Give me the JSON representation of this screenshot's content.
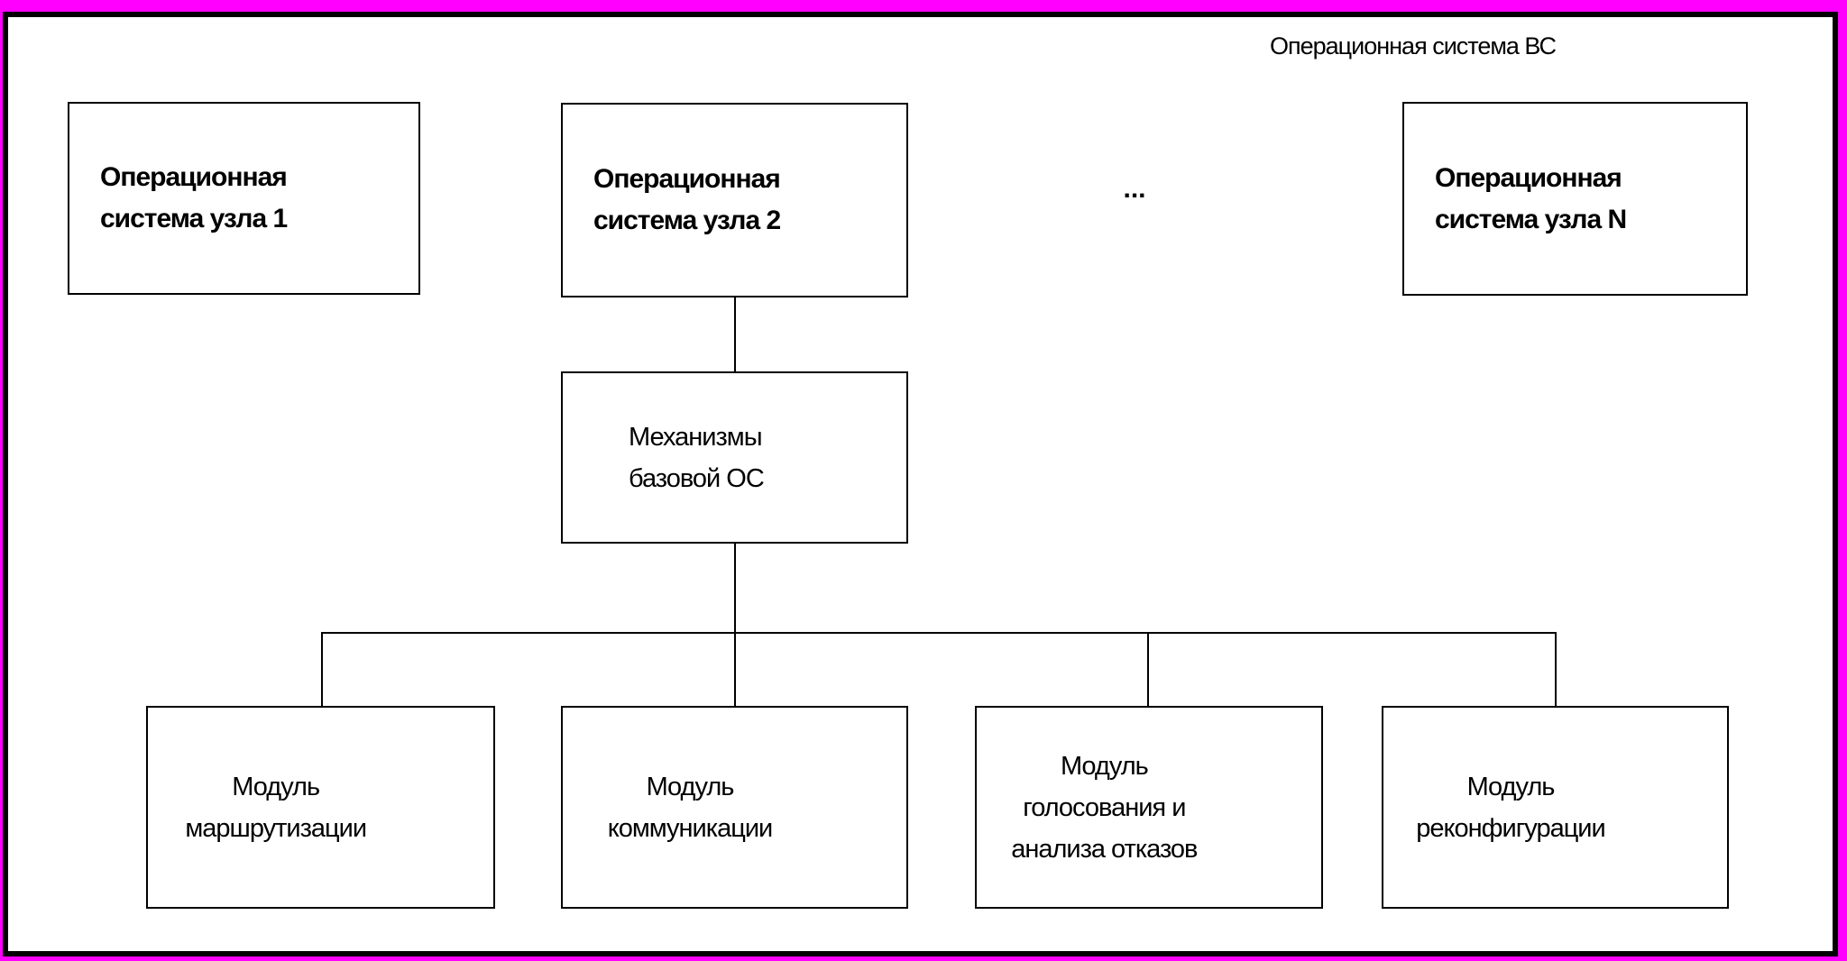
{
  "colors": {
    "frame": "#ff00ff",
    "border": "#000000",
    "background": "#ffffff",
    "text": "#000000"
  },
  "diagram": {
    "title": "Операционная система ВС",
    "ellipsis": "...",
    "top_row": [
      {
        "name": "os-node-1",
        "lines": [
          "Операционная",
          "система узла 1"
        ]
      },
      {
        "name": "os-node-2",
        "lines": [
          "Операционная",
          "система узла 2"
        ]
      },
      {
        "name": "os-node-n",
        "lines": [
          "Операционная",
          "система узла N"
        ]
      }
    ],
    "base_os": {
      "name": "base-os-mechanisms",
      "lines": [
        "Механизмы",
        "базовой ОС"
      ]
    },
    "modules": [
      {
        "name": "module-routing",
        "lines": [
          "Модуль",
          "маршрутизации"
        ]
      },
      {
        "name": "module-communication",
        "lines": [
          "Модуль",
          "коммуникации"
        ]
      },
      {
        "name": "module-voting-failure-analysis",
        "lines": [
          "Модуль",
          "голосования и",
          "анализа отказов"
        ]
      },
      {
        "name": "module-reconfiguration",
        "lines": [
          "Модуль",
          "реконфигурации"
        ]
      }
    ]
  }
}
